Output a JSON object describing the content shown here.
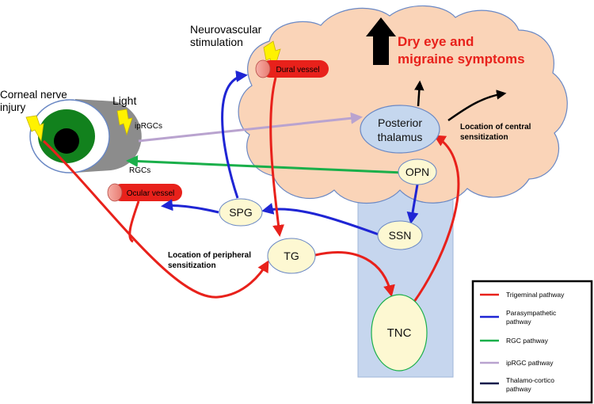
{
  "labels": {
    "neuro_line1": "Neurovascular",
    "neuro_line2": "stimulation",
    "symptoms_line1": "Dry eye and",
    "symptoms_line2": "migraine symptoms",
    "corneal_line1": "Corneal nerve",
    "corneal_line2": "injury",
    "light": "Light",
    "iprgcs": "ipRGCs",
    "rgcs": "RGCs",
    "central_line1": "Location of central",
    "central_line2": "sensitization",
    "peripheral_line1": "Location of peripheral",
    "peripheral_line2": "sensitization"
  },
  "nodes": {
    "posterior_thalamus_line1": "Posterior",
    "posterior_thalamus_line2": "thalamus",
    "opn": "OPN",
    "spg": "SPG",
    "ssn": "SSN",
    "tg": "TG",
    "tnc": "TNC",
    "dural_vessel": "Dural vessel",
    "ocular_vessel": "Ocular vessel"
  },
  "legend": {
    "items": [
      {
        "label": "Trigeminal pathway",
        "color": "#e8211b"
      },
      {
        "label": "Parasympathetic pathway",
        "color": "#1f25d4"
      },
      {
        "label": "RGC pathway",
        "color": "#1aaf4a"
      },
      {
        "label": "ipRGC pathway",
        "color": "#b9a3cf"
      },
      {
        "label": "Thalamo-cortico pathway",
        "color": "#0b1a4a"
      }
    ]
  },
  "colors": {
    "brain": "#fad4b8",
    "brainstem": "#c6d6ee",
    "node_fill": "#fdf8d2",
    "thalamus_fill": "#c5d7ee",
    "vessel_red": "#e8211b",
    "bolt": "#fff200",
    "symptom_text": "#e8211b"
  }
}
